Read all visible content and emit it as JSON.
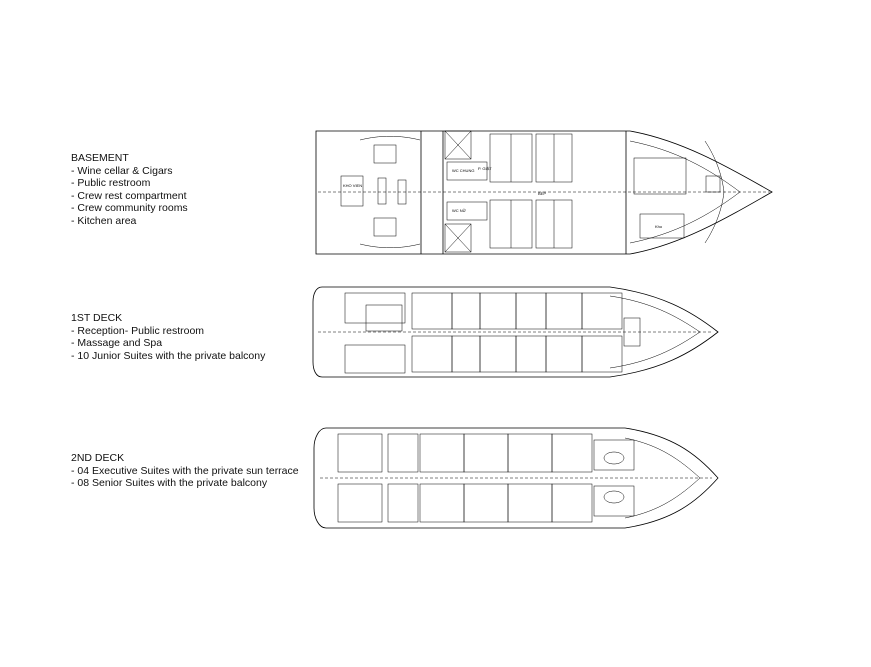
{
  "decks": [
    {
      "title": "BASEMENT",
      "items": [
        "- Wine cellar & Cigars",
        "- Public restroom",
        "- Crew rest compartment",
        "- Crew community rooms",
        "- Kitchen area"
      ]
    },
    {
      "title": "1ST DECK",
      "items": [
        "- Reception- Public restroom",
        "- Massage and Spa",
        "- 10 Junior Suites with the private balcony"
      ]
    },
    {
      "title": "2ND DECK",
      "items": [
        "- 04 Executive Suites with the private sun terrace",
        "- 08 Senior Suites with the private balcony"
      ]
    }
  ],
  "plan_labels": {
    "kho_vien": "KHO VIEN",
    "wc_chung": "WC CHUNG",
    "bep": "BẾP",
    "wc_nu": "WC NỮ",
    "kho": "Kho",
    "p_giat": "P. GIẶT"
  }
}
